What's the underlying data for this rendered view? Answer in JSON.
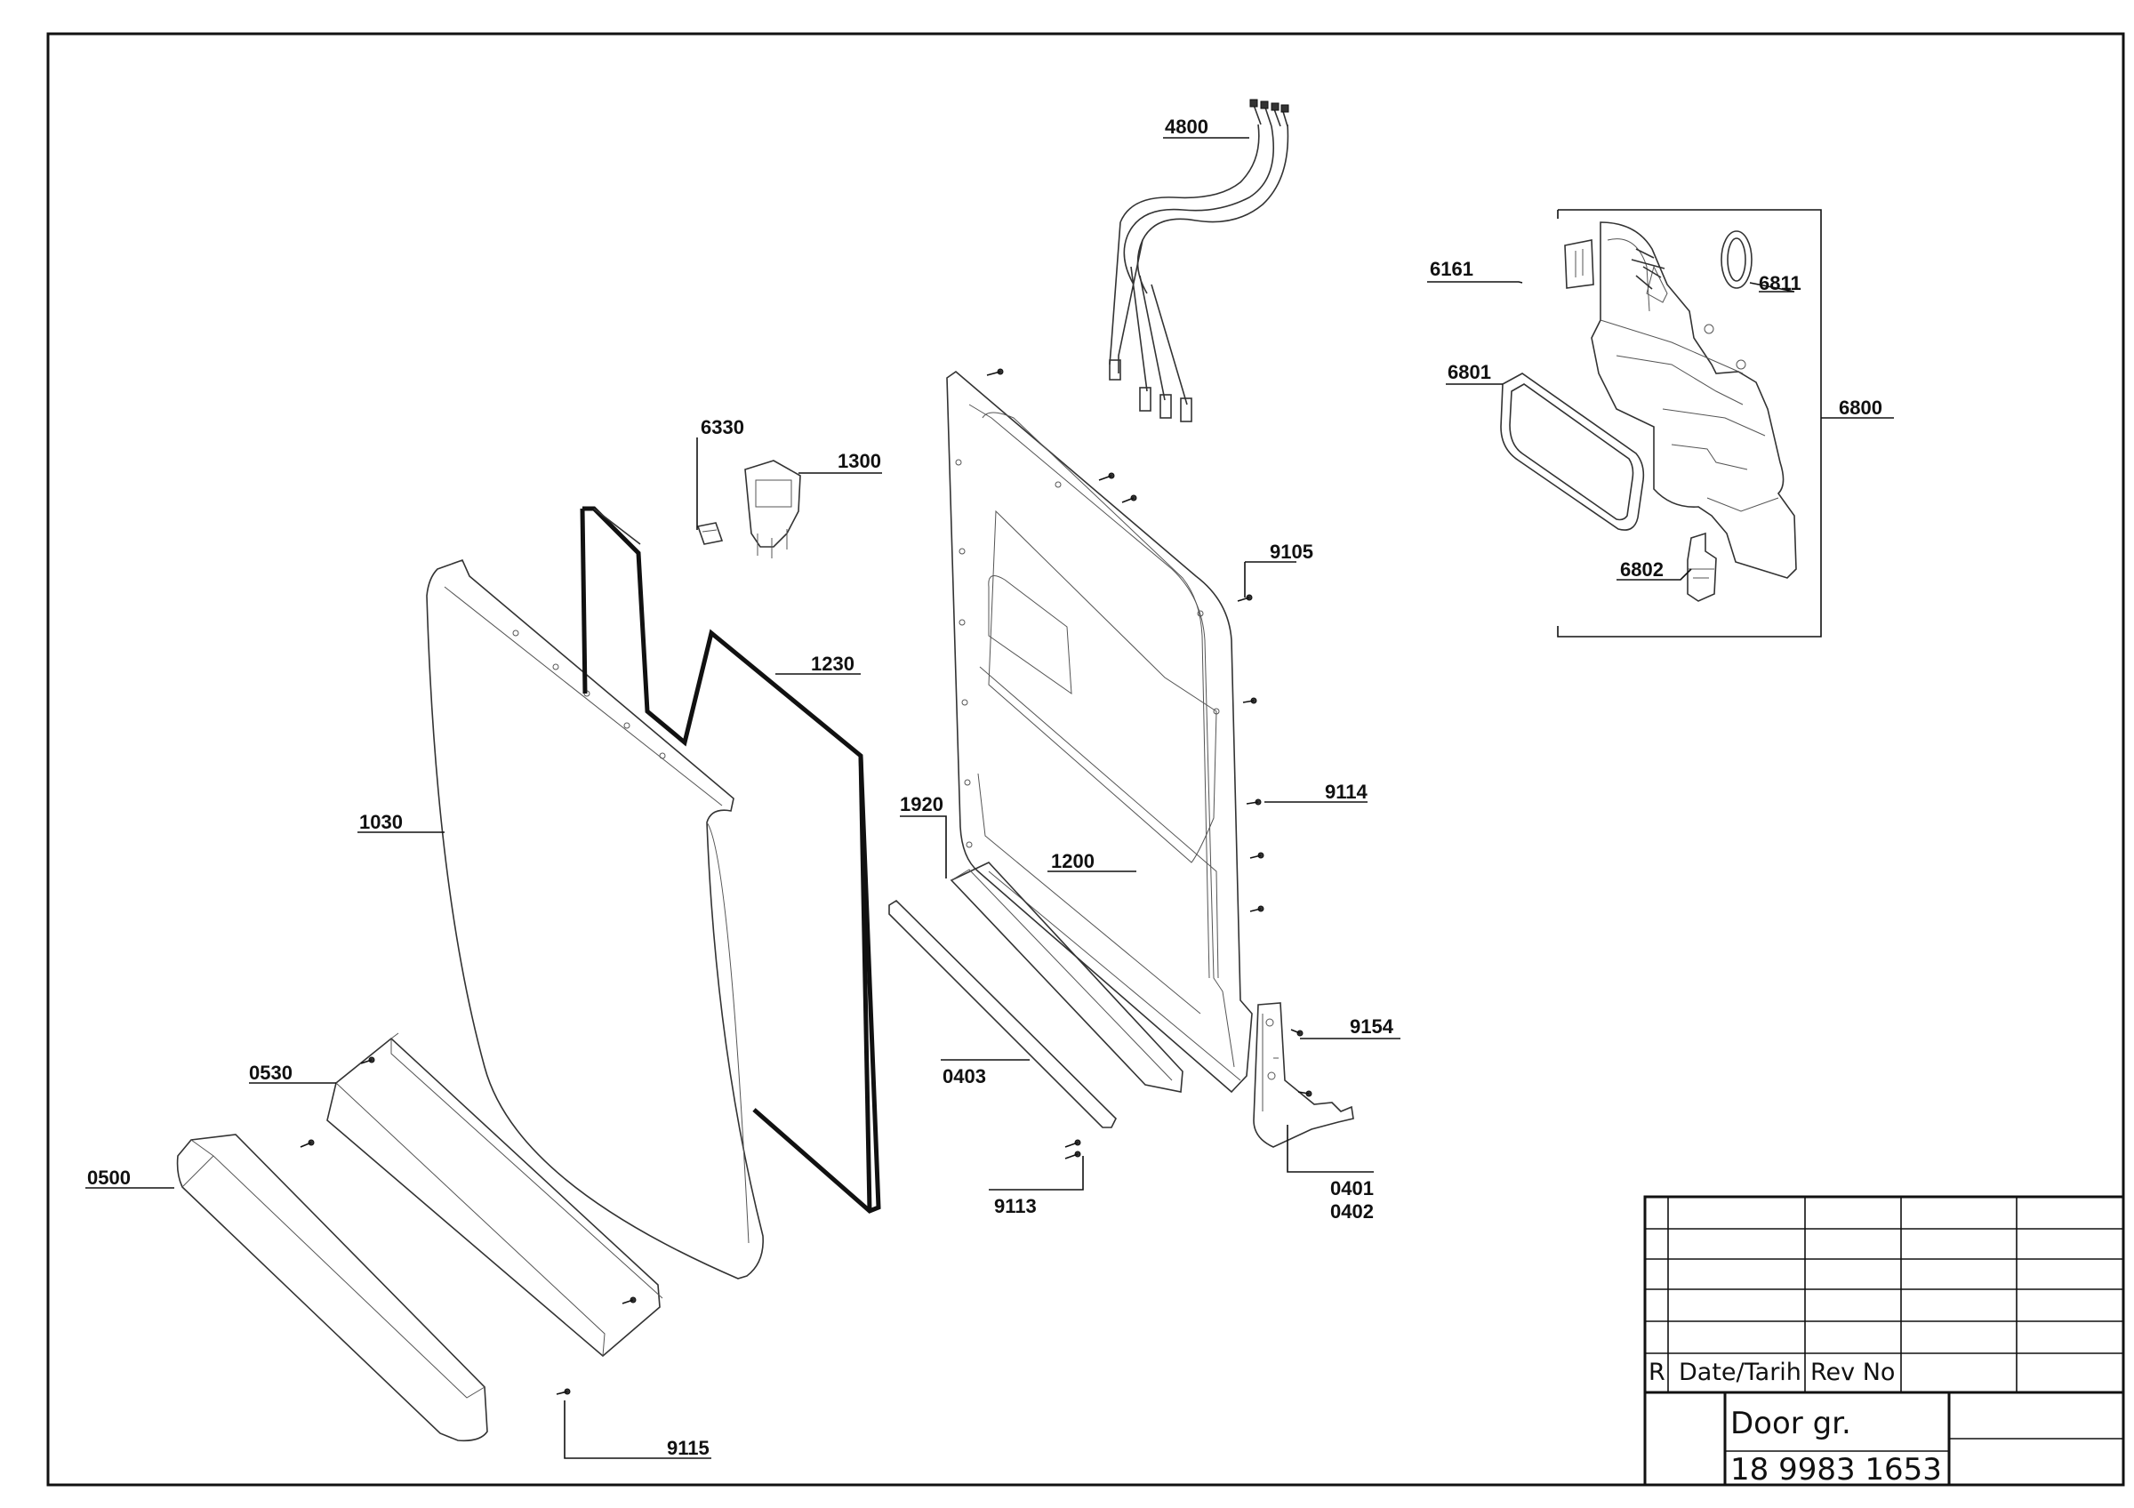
{
  "drawing": {
    "callouts": {
      "c4800": "4800",
      "c6161": "6161",
      "c6811": "6811",
      "c6801": "6801",
      "c6800": "6800",
      "c6802": "6802",
      "c6330": "6330",
      "c1300": "1300",
      "c9105": "9105",
      "c1230": "1230",
      "c1030": "1030",
      "c1920": "1920",
      "c1200": "1200",
      "c9114": "9114",
      "c9154": "9154",
      "c0530": "0530",
      "c0403": "0403",
      "c0500": "0500",
      "c9113": "9113",
      "c0401": "0401",
      "c0402": "0402",
      "c9115": "9115"
    }
  },
  "title_block": {
    "rev_col_r": "R",
    "rev_col_date": "Date/Tarih",
    "rev_col_revno": "Rev No",
    "title": "Door gr.",
    "drawing_number": "18 9983 1653"
  }
}
